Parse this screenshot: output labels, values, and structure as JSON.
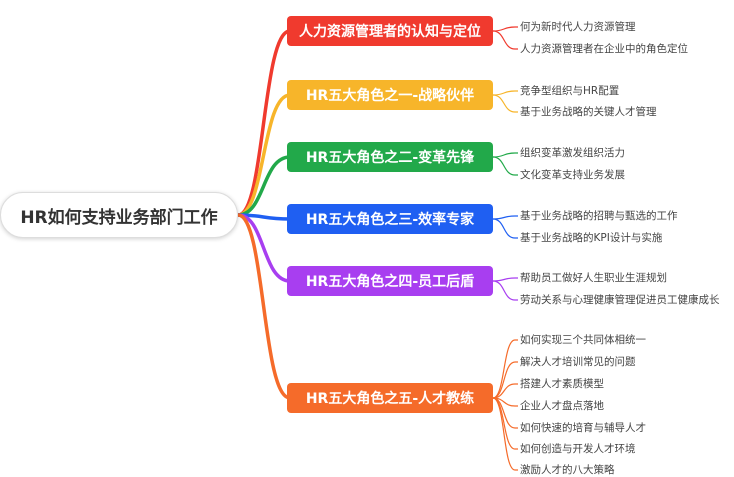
{
  "root": {
    "label": "HR如何支持业务部门工作"
  },
  "branches": [
    {
      "label": "人力资源管理者的认知与定位",
      "color": "#f03a2e",
      "leaves": [
        "何为新时代人力资源管理",
        "人力资源管理者在企业中的角色定位"
      ]
    },
    {
      "label": "HR五大角色之一-战略伙伴",
      "color": "#f7b52a",
      "leaves": [
        "竞争型组织与HR配置",
        "基于业务战略的关键人才管理"
      ]
    },
    {
      "label": "HR五大角色之二-变革先锋",
      "color": "#22a94a",
      "leaves": [
        "组织变革激发组织活力",
        "文化变革支持业务发展"
      ]
    },
    {
      "label": "HR五大角色之三-效率专家",
      "color": "#1f5ff2",
      "leaves": [
        "基于业务战略的招聘与甄选的工作",
        "基于业务战略的KPI设计与实施"
      ]
    },
    {
      "label": "HR五大角色之四-员工后盾",
      "color": "#a83ef0",
      "leaves": [
        "帮助员工做好人生职业生涯规划",
        "劳动关系与心理健康管理促进员工健康成长"
      ]
    },
    {
      "label": "HR五大角色之五-人才教练",
      "color": "#f56b2a",
      "leaves": [
        "如何实现三个共同体相统一",
        "解决人才培训常见的问题",
        "搭建人才素质模型",
        "企业人才盘点落地",
        "如何快速的培育与辅导人才",
        "如何创造与开发人才环境",
        "激励人才的八大策略"
      ]
    }
  ]
}
